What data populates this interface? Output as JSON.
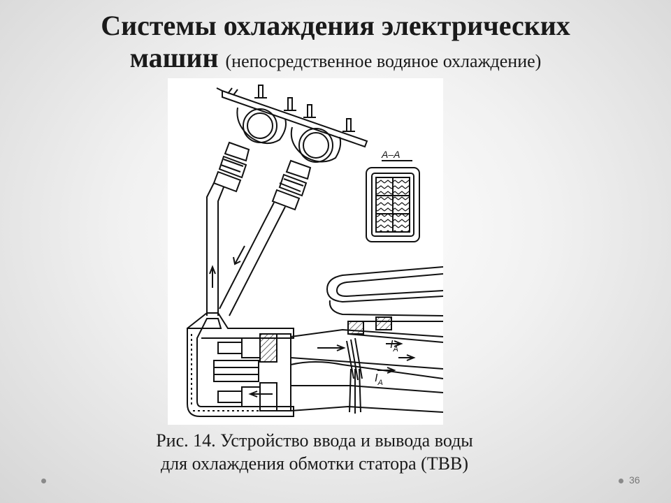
{
  "slide": {
    "title_line1": "Системы охлаждения электрических",
    "title_line2_bold": "машин",
    "title_line2_sub": "(непосредственное водяное охлаждение)",
    "figure_section_label": "А–А",
    "figure_flow_label_1": "I",
    "figure_flow_label_1_sub": "А",
    "figure_flow_label_2": "I",
    "figure_flow_label_2_sub": "А",
    "caption_line1": "Рис. 14. Устройство ввода и вывода воды",
    "caption_line2": "для охлаждения обмотки статора (ТВВ)",
    "slide_number": "36"
  }
}
